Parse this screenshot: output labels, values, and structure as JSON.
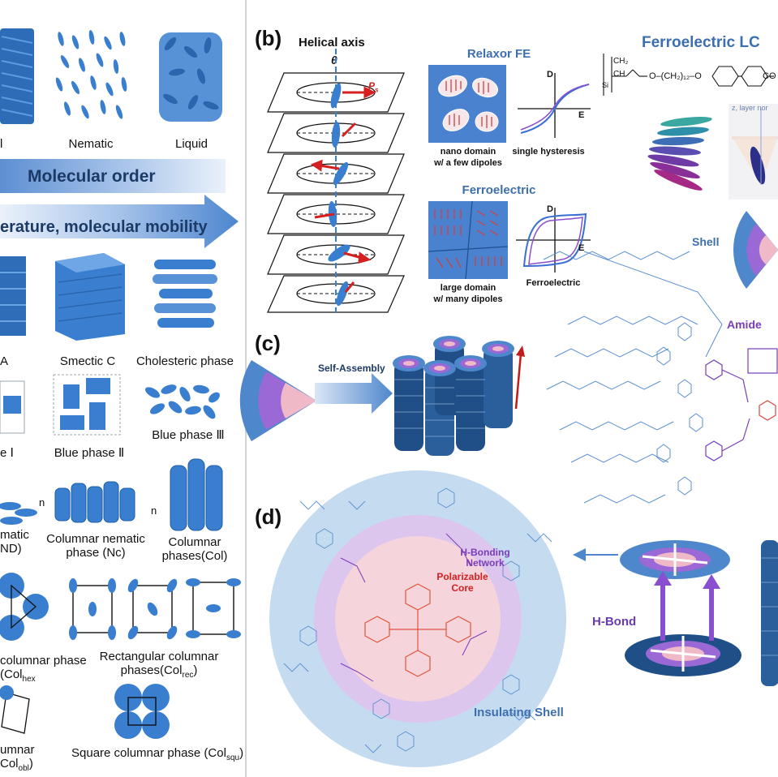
{
  "left_panel": {
    "phase_labels_top": [
      "l",
      "Nematic",
      "Liquid"
    ],
    "molecular_order_label": "Molecular order",
    "temperature_label": "erature, molecular mobility",
    "smectic_labels": [
      "A",
      "Smectic C",
      "Cholesteric phase"
    ],
    "blue_phase_labels": [
      "e Ⅰ",
      "Blue phase Ⅱ",
      "Blue phase Ⅲ"
    ],
    "discotic_labels": {
      "nematic_partial": "matic",
      "nematic_partial_sub": "ND)",
      "columnar_nematic": "Columnar nematic",
      "columnar_nematic_2": "phase (Nc)",
      "columnar": "Columnar",
      "columnar_2": "phases(Col)",
      "director": "n"
    },
    "lattice_labels": {
      "hex_1": "columnar phase",
      "hex_2": "(Col",
      "hex_sub": "hex",
      "rect_1": "Rectangular columnar",
      "rect_2": "phases(Col",
      "rect_sub": "rec",
      "obl_1": "umnar",
      "obl_2": "Col",
      "obl_sub": "obl",
      "square": "Square columnar phase (Col",
      "square_sub": "squ"
    }
  },
  "panel_b": {
    "letter": "(b)",
    "helical_axis": "Helical axis",
    "theta": "θ",
    "ps": "P",
    "ps_sub": "s",
    "relaxor_title": "Relaxor FE",
    "relaxor_caption_1": "nano domain",
    "relaxor_caption_2": "w/ a few dipoles",
    "single_hysteresis": "single hysteresis",
    "ferroelectric_title": "Ferroelectric",
    "ferro_caption_1": "large domain",
    "ferro_caption_2": "w/ many dipoles",
    "ferroelectric_loop": "Ferroelectric",
    "axis_d": "D",
    "axis_e": "E",
    "flc_title": "Ferroelectric LC",
    "flc_formula": "O–(CH₂)₁₂–O",
    "flc_co": "CO",
    "flc_ch2": "CH₂",
    "flc_ch": "CH",
    "flc_si": "Si",
    "layer_normal": "z, layer nor"
  },
  "panel_c": {
    "letter": "(c)",
    "self_assembly": "Self-Assembly",
    "shell": "Shell",
    "amide": "Amide"
  },
  "panel_d": {
    "letter": "(d)",
    "h_bonding_1": "H-Bonding",
    "h_bonding_2": "Network",
    "polarizable_1": "Polarizable",
    "polarizable_2": "Core",
    "insulating_shell": "Insulating Shell",
    "h_bond": "H-Bond"
  },
  "colors": {
    "mol_blue": "#3a7fcf",
    "shell_blue": "#bcd6ee",
    "purple": "#9d6fd6",
    "pink": "#f3c7cf",
    "core_red": "#e0563a",
    "title_blue": "#3d6fb0",
    "dark_navy": "#1c3a66"
  }
}
